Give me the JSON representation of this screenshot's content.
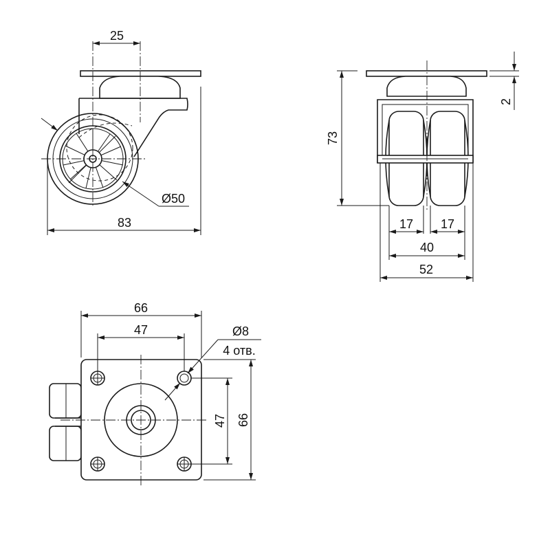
{
  "drawing": {
    "side_view": {
      "offset_25": "25",
      "wheel_diameter": "Ø50",
      "overall_length_83": "83"
    },
    "front_view": {
      "height_73": "73",
      "plate_thickness_2": "2",
      "wheel_width_left_17": "17",
      "wheel_width_right_17": "17",
      "wheels_span_40": "40",
      "overall_width_52": "52"
    },
    "plate_view": {
      "plate_width_66": "66",
      "holes_spacing_47": "47",
      "hole_diameter": "Ø8",
      "hole_count": "4 отв.",
      "holes_spacing_vertical_47": "47",
      "plate_height_66": "66"
    }
  }
}
